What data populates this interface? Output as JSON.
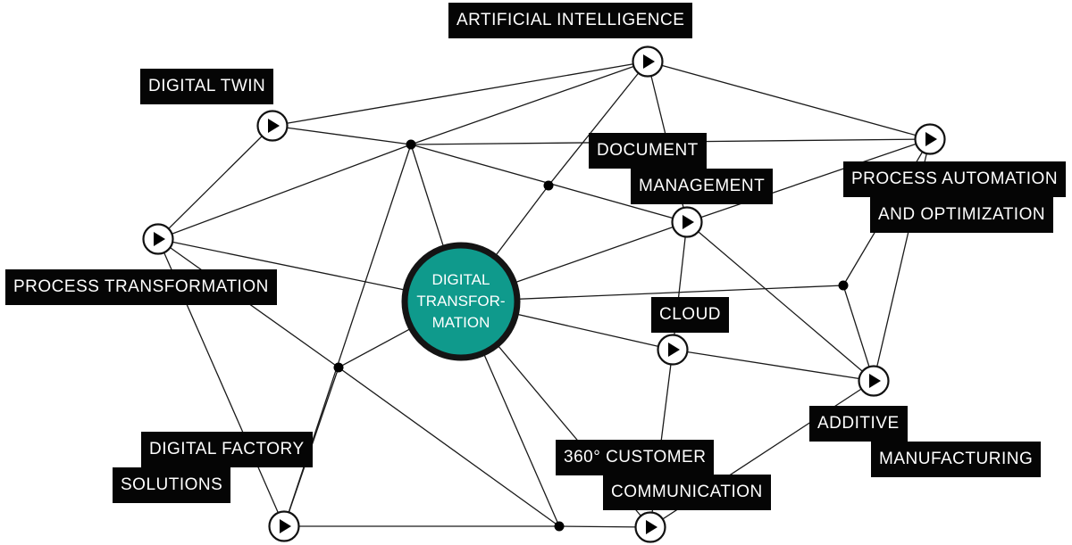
{
  "center": {
    "lines": [
      "DIGITAL",
      "TRANSFOR-",
      "MATION"
    ],
    "fill": "#0f9a8c",
    "ring": "#141414"
  },
  "labels": {
    "artificial_intelligence": "ARTIFICIAL INTELLIGENCE",
    "digital_twin": "DIGITAL TWIN",
    "document_line1": "DOCUMENT",
    "document_line2": "MANAGEMENT",
    "process_automation_line1": "PROCESS AUTOMATION",
    "process_automation_line2": "AND OPTIMIZATION",
    "process_transformation": "PROCESS TRANSFORMATION",
    "cloud": "CLOUD",
    "additive_line1": "ADDITIVE",
    "additive_line2": "MANUFACTURING",
    "digital_factory_line1": "DIGITAL FACTORY",
    "digital_factory_line2": "SOLUTIONS",
    "customer_line1": "360° CUSTOMER",
    "customer_line2": "COMMUNICATION"
  },
  "colors": {
    "label_bg": "#050505",
    "label_text": "#ffffff",
    "line": "#1a1a1a",
    "node_border": "#111111",
    "node_fill": "#ffffff"
  },
  "icons": {
    "node": "play-icon",
    "junction": "dot"
  }
}
